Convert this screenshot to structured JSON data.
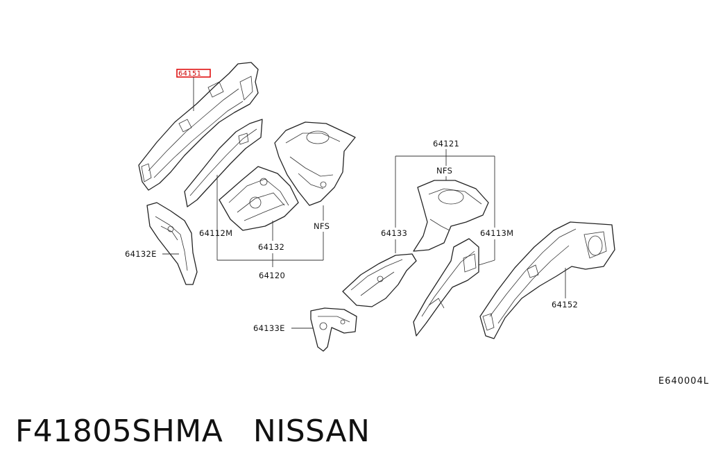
{
  "diagram": {
    "highlight_color": "#e01010",
    "labels": {
      "p64151": "64151",
      "p64112M": "64112M",
      "p64132": "64132",
      "p64120": "64120",
      "nfs_left": "NFS",
      "p64132E": "64132E",
      "p64121": "64121",
      "nfs_right": "NFS",
      "p64133": "64133",
      "p64113M": "64113M",
      "p64152": "64152",
      "p64133E": "64133E"
    },
    "reference_code": "E640004L"
  },
  "footer": {
    "part_number": "F41805SHMA",
    "brand": "NISSAN"
  }
}
